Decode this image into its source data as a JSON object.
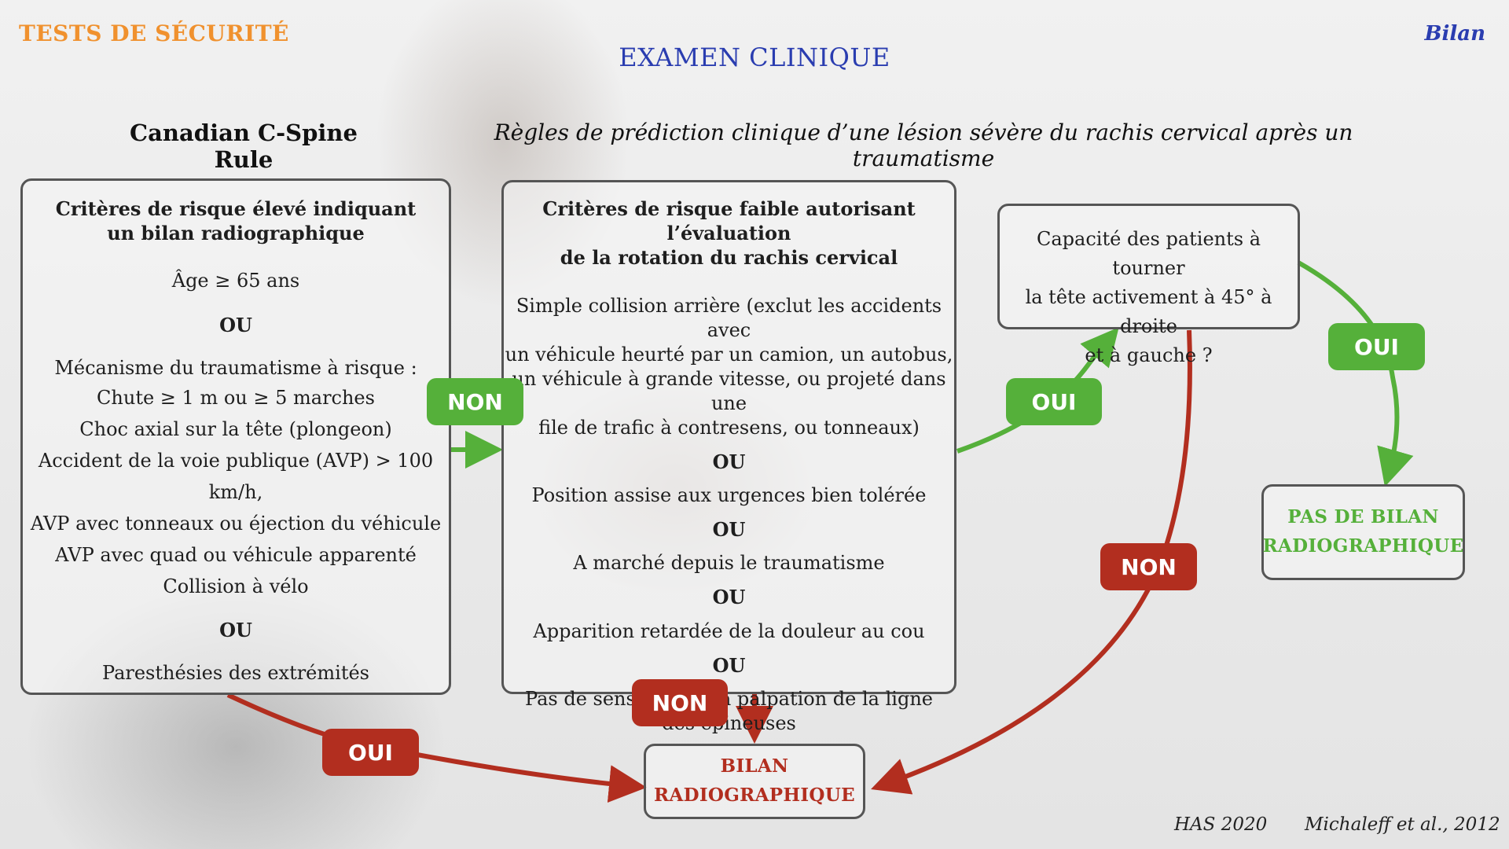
{
  "header": {
    "section": "TESTS DE SÉCURITÉ",
    "page_label": "Bilan",
    "title": "EXAMEN CLINIQUE"
  },
  "rule": {
    "name": "Canadian C-Spine Rule",
    "description": "Règles de prédiction clinique d’une lésion sévère du rachis cervical après un traumatisme"
  },
  "high_risk": {
    "title_line1": "Critères de risque élevé indiquant",
    "title_line2": "un bilan radiographique",
    "age": "Âge ≥ 65 ans",
    "ou": "OU",
    "mechanism_title": "Mécanisme du traumatisme à risque :",
    "mechanisms": [
      "Chute ≥ 1 m ou ≥ 5 marches",
      "Choc axial sur la tête (plongeon)",
      "Accident de la voie publique (AVP) > 100 km/h,",
      "AVP avec tonneaux ou éjection du véhicule",
      "AVP avec quad ou véhicule apparenté",
      "Collision à vélo"
    ],
    "paresthesia": "Paresthésies des extrémités"
  },
  "low_risk": {
    "title_line1": "Critères de risque faible autorisant l’évaluation",
    "title_line2": "de la rotation du rachis cervical",
    "ou": "OU",
    "c1": [
      "Simple collision arrière (exclut les accidents avec",
      "un véhicule heurté par un camion, un autobus,",
      "un véhicule à grande vitesse, ou projeté dans une",
      "file de trafic à contresens, ou tonneaux)"
    ],
    "c2": "Position assise aux urgences bien tolérée",
    "c3": "A marché depuis le traumatisme",
    "c4": "Apparition retardée de la douleur au cou",
    "c5": [
      "Pas de sensibilité à la palpation de la ligne",
      "des épineuses"
    ]
  },
  "rotation": {
    "lines": [
      "Capacité des patients à tourner",
      "la tête activement à 45° à droite",
      "et à gauche ?"
    ]
  },
  "badges": {
    "non_1": "NON",
    "oui_1": "OUI",
    "oui_2": "OUI",
    "non_2": "NON",
    "non_3": "NON",
    "oui_3": "OUI"
  },
  "results": {
    "no_imaging": [
      "PAS DE BILAN",
      "RADIOGRAPHIQUE"
    ],
    "imaging": [
      "BILAN",
      "RADIOGRAPHIQUE"
    ]
  },
  "colors": {
    "orange": "#f0912e",
    "blue": "#2a3db0",
    "green": "#55b03a",
    "red": "#b22e1f"
  },
  "footer": {
    "ref1": "HAS 2020",
    "ref2": "Michaleff et al., 2012"
  }
}
